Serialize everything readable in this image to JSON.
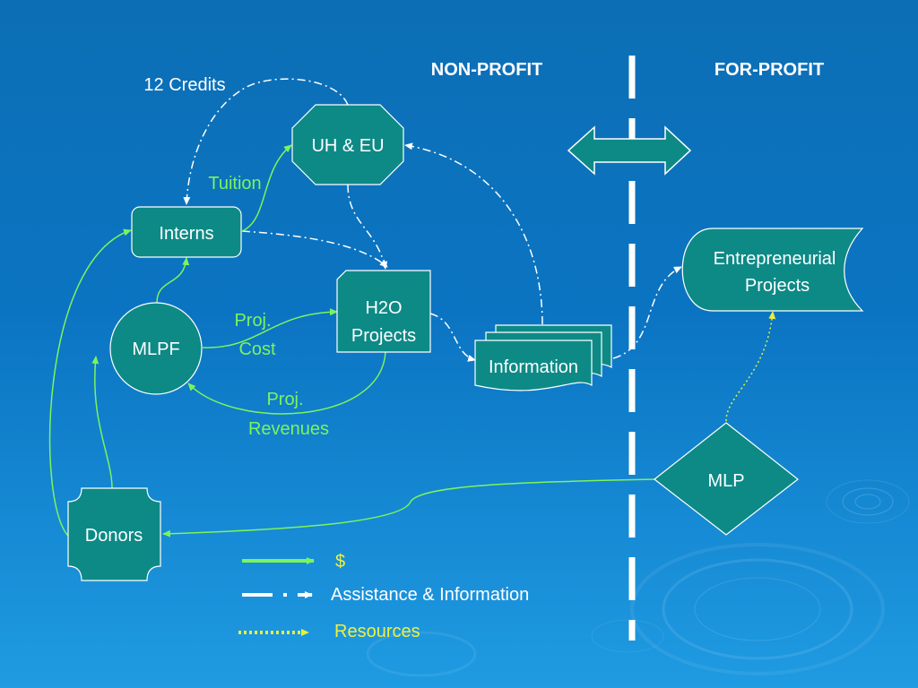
{
  "headers": {
    "left": "NON-PROFIT",
    "right": "FOR-PROFIT"
  },
  "nodes": {
    "uh_eu": "UH & EU",
    "interns": "Interns",
    "mlpf": "MLPF",
    "h2o_line1": "H2O",
    "h2o_line2": "Projects",
    "information": "Information",
    "entrepreneurial_line1": "Entrepreneurial",
    "entrepreneurial_line2": "Projects",
    "mlp": "MLP",
    "donors": "Donors"
  },
  "edge_labels": {
    "credits": "12 Credits",
    "tuition": "Tuition",
    "proj_cost_line1": "Proj.",
    "proj_cost_line2": "Cost",
    "proj_revenues_line1": "Proj.",
    "proj_revenues_line2": "Revenues"
  },
  "legend": {
    "money": "$",
    "assistance": "Assistance & Information",
    "resources": "Resources"
  },
  "colors": {
    "background_top": "#0c6fb5",
    "background_bottom": "#1f9be2",
    "node_fill": "#0d8a86",
    "money_line": "#7cf45c",
    "assist_line": "#ffffff",
    "resource_line": "#e8f03a",
    "label_text": "#ffffff",
    "green_text": "#7cf45c",
    "yellow_text": "#f0f040"
  }
}
